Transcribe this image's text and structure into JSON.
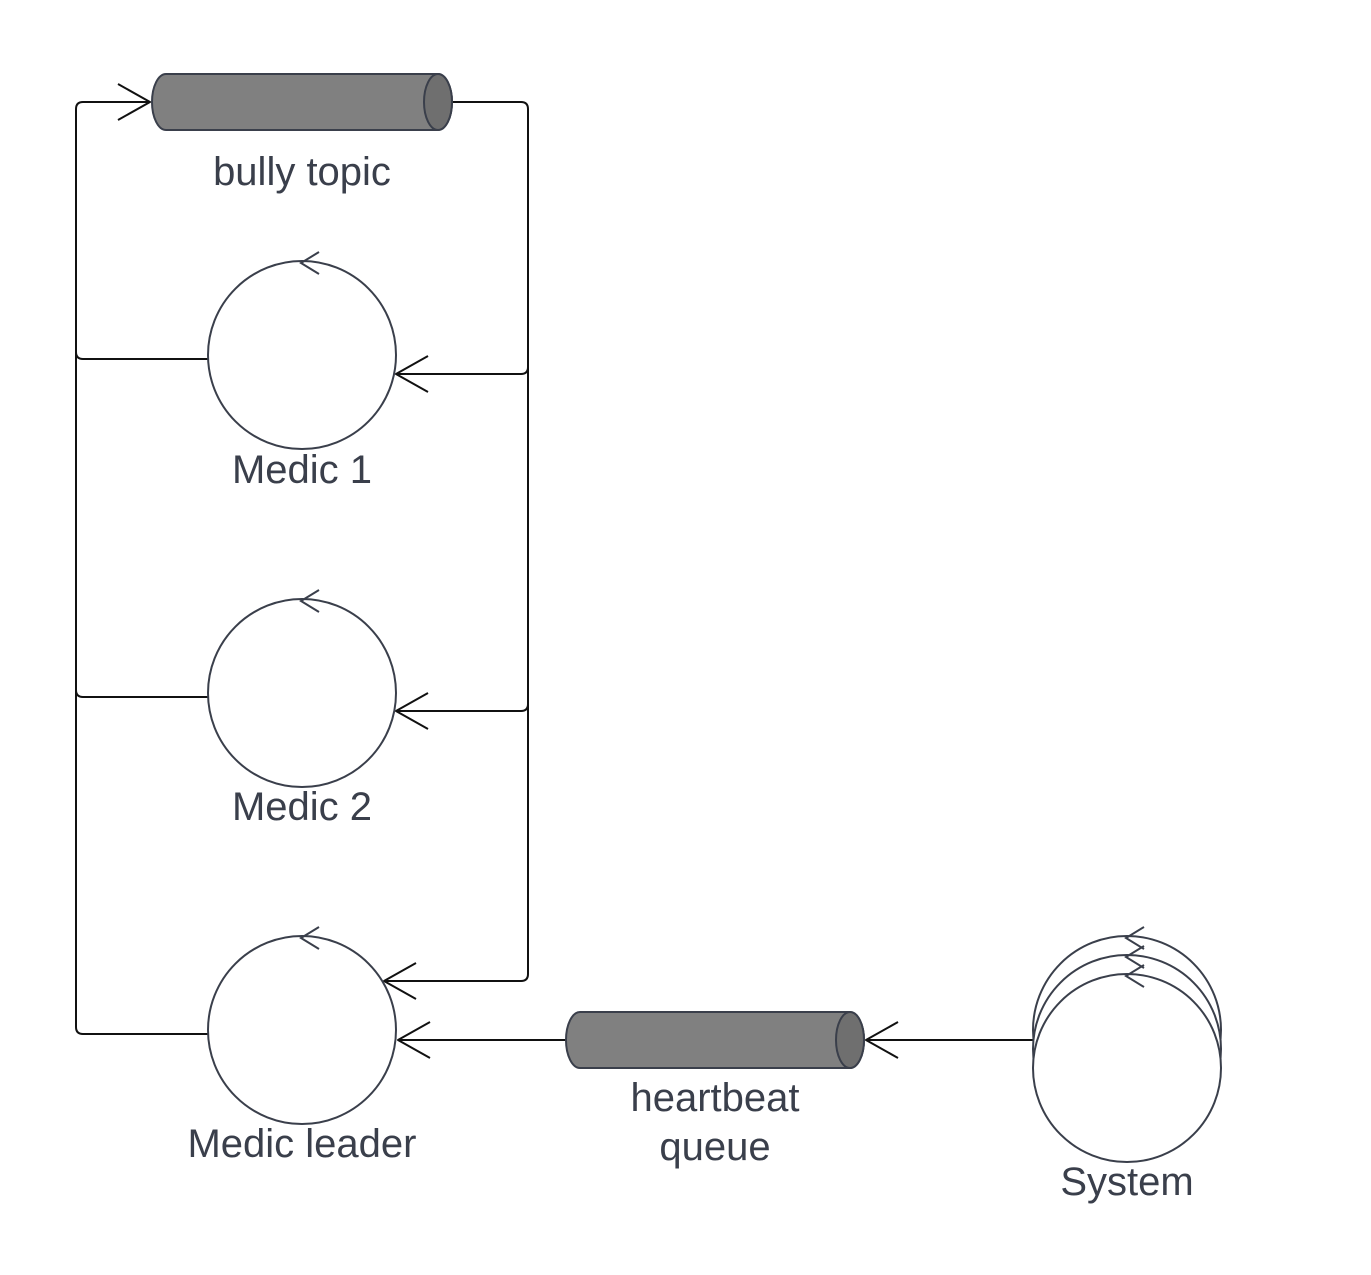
{
  "colors": {
    "queue_fill": "#808080",
    "queue_cap": "#6f6f6f",
    "line": "#111111",
    "text": "#3a3f4b"
  },
  "queues": {
    "bully_topic": {
      "label": "bully topic"
    },
    "heartbeat": {
      "label_line1": "heartbeat",
      "label_line2": "queue"
    }
  },
  "nodes": {
    "medic_1": {
      "label": "Medic 1"
    },
    "medic_2": {
      "label": "Medic 2"
    },
    "medic_leader": {
      "label": "Medic leader"
    },
    "system": {
      "label": "System"
    }
  }
}
